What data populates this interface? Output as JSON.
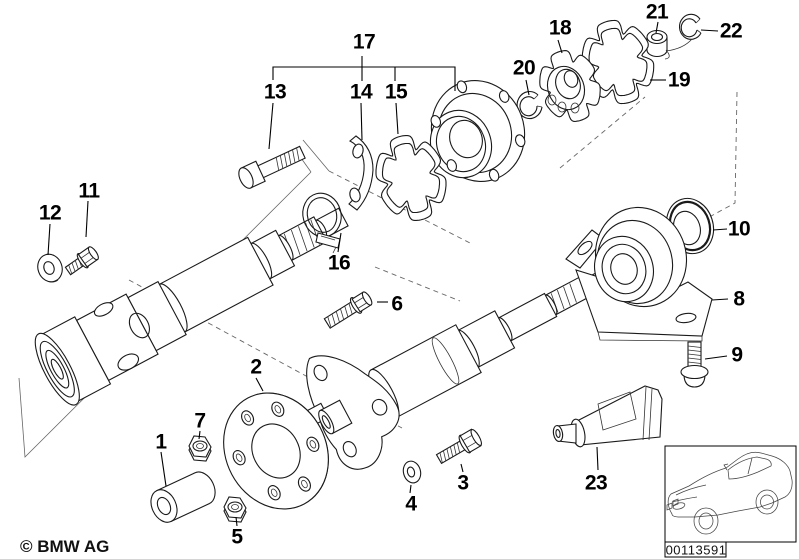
{
  "page": {
    "copyright": "© BMW AG",
    "image_number": "00113591"
  },
  "callouts": [
    {
      "label": "1"
    },
    {
      "label": "2"
    },
    {
      "label": "3"
    },
    {
      "label": "4"
    },
    {
      "label": "5"
    },
    {
      "label": "6"
    },
    {
      "label": "7"
    },
    {
      "label": "8"
    },
    {
      "label": "9"
    },
    {
      "label": "10"
    },
    {
      "label": "11"
    },
    {
      "label": "12"
    },
    {
      "label": "13"
    },
    {
      "label": "14"
    },
    {
      "label": "15"
    },
    {
      "label": "16"
    },
    {
      "label": "17"
    },
    {
      "label": "18"
    },
    {
      "label": "19"
    },
    {
      "label": "20"
    },
    {
      "label": "21"
    },
    {
      "label": "22"
    },
    {
      "label": "23"
    }
  ]
}
